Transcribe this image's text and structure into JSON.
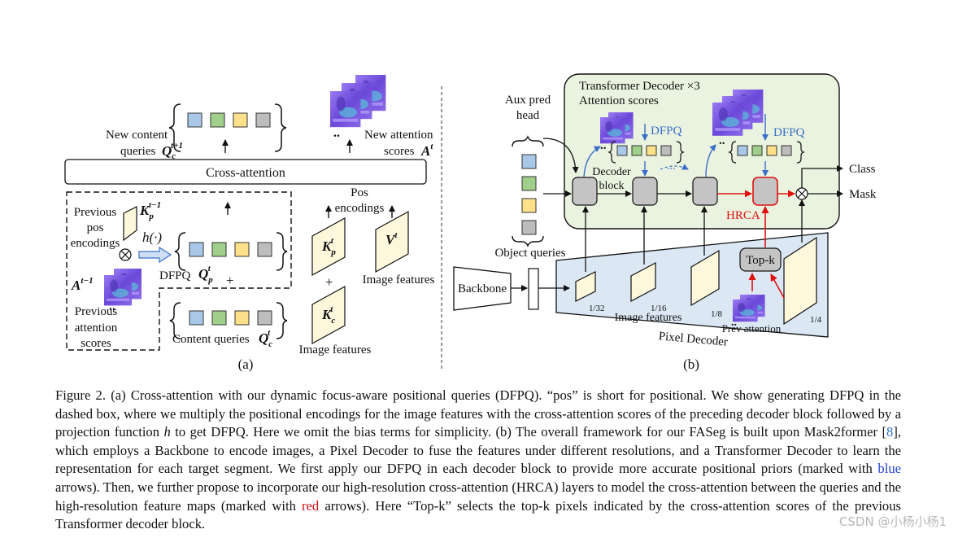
{
  "left": {
    "cross_attention": "Cross-attention",
    "new_content_queries": [
      "New content",
      "queries"
    ],
    "new_content_sym": "Q",
    "new_content_sub": "c",
    "new_content_sup": "t+1",
    "new_attention_scores": [
      "New attention",
      "scores"
    ],
    "new_attention_sym": "A",
    "new_attention_sup": "t",
    "previous_pos_encodings": [
      "Previous",
      "pos",
      "encodings"
    ],
    "kp_prev_sym": "K",
    "kp_prev_sub": "p",
    "kp_prev_sup": "t−1",
    "h_func": "h(·)",
    "dfpq_label": "DFPQ",
    "qp_sym": "Q",
    "qp_sub": "p",
    "qp_sup": "t",
    "plus": "+",
    "a_prev_sym": "A",
    "a_prev_sup": "t−1",
    "previous_attention_scores": [
      "Previous",
      "attention",
      "scores"
    ],
    "content_queries": "Content queries",
    "qc_sym": "Q",
    "qc_sub": "c",
    "qc_sup": "t",
    "pos_encodings": [
      "Pos",
      "encodings"
    ],
    "kp_sym": "K",
    "kp_sub": "p",
    "kp_sup": "t",
    "v_sym": "V",
    "v_sup": "t",
    "kc_sym": "K",
    "kc_sub": "c",
    "kc_sup": "t",
    "image_features_1": "Image features",
    "image_features_2": "Image features",
    "dots": "..",
    "panel_label": "(a)"
  },
  "right": {
    "aux_pred_head": [
      "Aux pred",
      "head"
    ],
    "transformer_decoder": "Transformer Decoder ×3",
    "attention_scores": "Attention scores",
    "dfpq_1": "DFPQ",
    "dfpq_2": "DFPQ",
    "decoder_block": [
      "Decoder",
      "block"
    ],
    "hrca": "HRCA",
    "class": "Class",
    "mask": "Mask",
    "object_queries": "Object queries",
    "backbone": "Backbone",
    "topk": "Top-k",
    "scale_32": "1/32",
    "scale_16": "1/16",
    "scale_8": "1/8",
    "scale_4": "1/4",
    "image_features": "Image features",
    "prev_attention": "Prev attention",
    "pixel_decoder": "Pixel Decoder",
    "dots": "..",
    "ellipsis": "...",
    "panel_label": "(b)"
  },
  "colors": {
    "query_blue": "#a9c8e8",
    "query_green": "#9fcf8a",
    "query_yellow": "#fde08a",
    "query_gray": "#bdbdbd",
    "feature_fill": "#fdf7dc",
    "decoder_bg": "#eaf3df",
    "pixel_decoder_bg": "#dbe8f4",
    "block_gray": "#c4c4c4",
    "blue_arrow": "#3a6fc9",
    "red_arrow": "#e01010",
    "attention_purple": "#7b55e0"
  },
  "caption": {
    "p1": "Figure 2. (a) Cross-attention with our dynamic focus-aware positional queries (DFPQ). “pos” is short for positional. We show generating DFPQ in the dashed box, where we multiply the positional encodings for the image features with the cross-attention scores of the preceding decoder block followed by a projection function ",
    "h": "h",
    "p2": " to get DFPQ. Here we omit the bias terms for simplicity. (b) The overall framework for our FASeg is built upon Mask2former [",
    "cite": "8",
    "p3": "], which employs a Backbone to encode images, a Pixel Decoder to fuse the features under different resolutions, and a Transformer Decoder to learn the representation for each target segment. We first apply our DFPQ in each decoder block to provide more accurate positional priors (marked with ",
    "blue_word": "blue",
    "p4": " arrows). Then, we further propose to incorporate our high-resolution cross-attention (HRCA) layers to model the cross-attention between the queries and the high-resolution feature maps (marked with ",
    "red_word": "red",
    "p5": " arrows). Here “Top-k” selects the top-k pixels indicated by the cross-attention scores of the previous Transformer decoder block."
  },
  "watermark": "CSDN @小杨小杨1"
}
